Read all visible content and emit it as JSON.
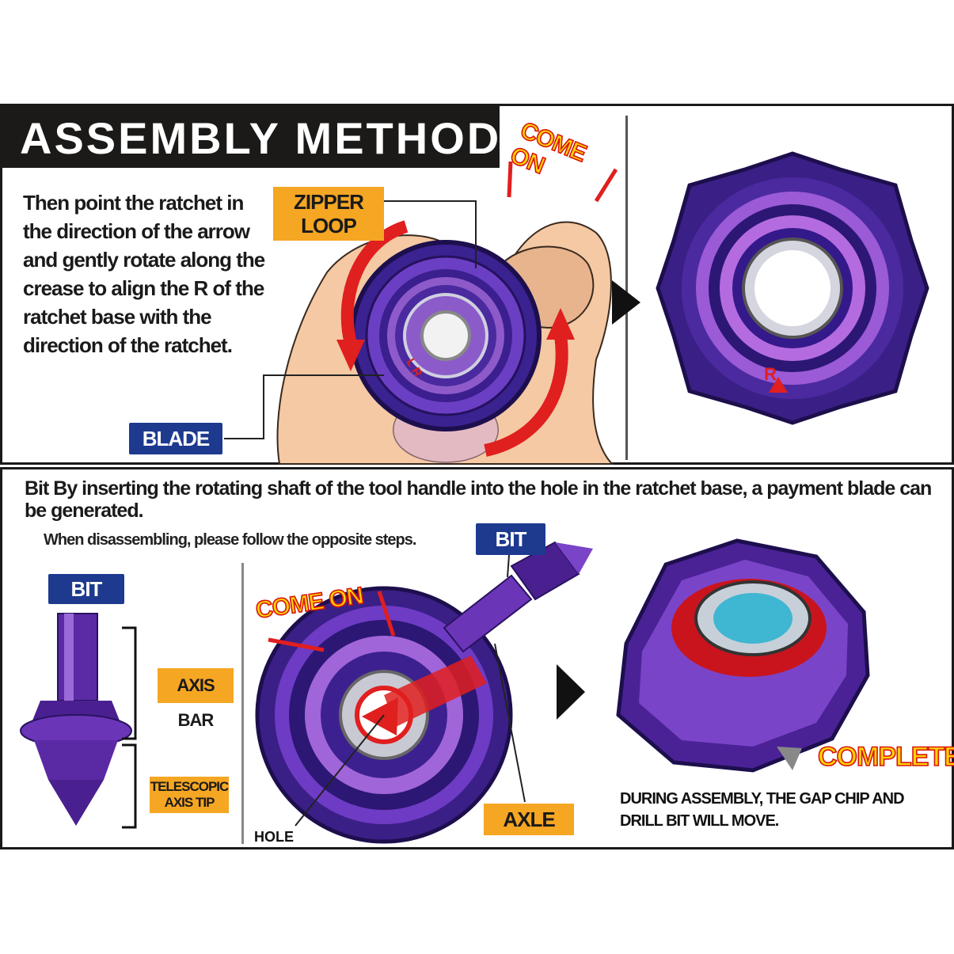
{
  "top": {
    "title": "ASSEMBLY METHOD",
    "instructions": "Then point the ratchet in the direction of the arrow and gently rotate along the crease to align the R of the ratchet base with the direction of the ratchet.",
    "callout": "COME ON",
    "labels": {
      "zipper_loop": "ZIPPER LOOP",
      "blade": "BLADE",
      "lr": "L R",
      "r": "R"
    }
  },
  "bottom": {
    "instructions": "Bit By inserting the rotating shaft of the tool handle into the hole in the ratchet base, a payment blade can be generated.",
    "note": "When disassembling, please follow the opposite steps.",
    "callout": "COME ON",
    "complete": "COMPLETE",
    "caption": "DURING ASSEMBLY, THE GAP CHIP AND DRILL BIT WILL MOVE.",
    "labels": {
      "bit_left": "BIT",
      "axis_bar": "AXIS BAR",
      "telescopic_tip": "TELESCOPIC AXIS TIP",
      "bit_center": "BIT",
      "axle": "AXLE",
      "hole": "HOLE"
    }
  },
  "colors": {
    "title_bg": "#1b1a18",
    "tag_orange": "#f5a623",
    "tag_blue": "#1d3a8f",
    "arrow_red": "#e01f1f",
    "purple": "#5a2ea8"
  }
}
